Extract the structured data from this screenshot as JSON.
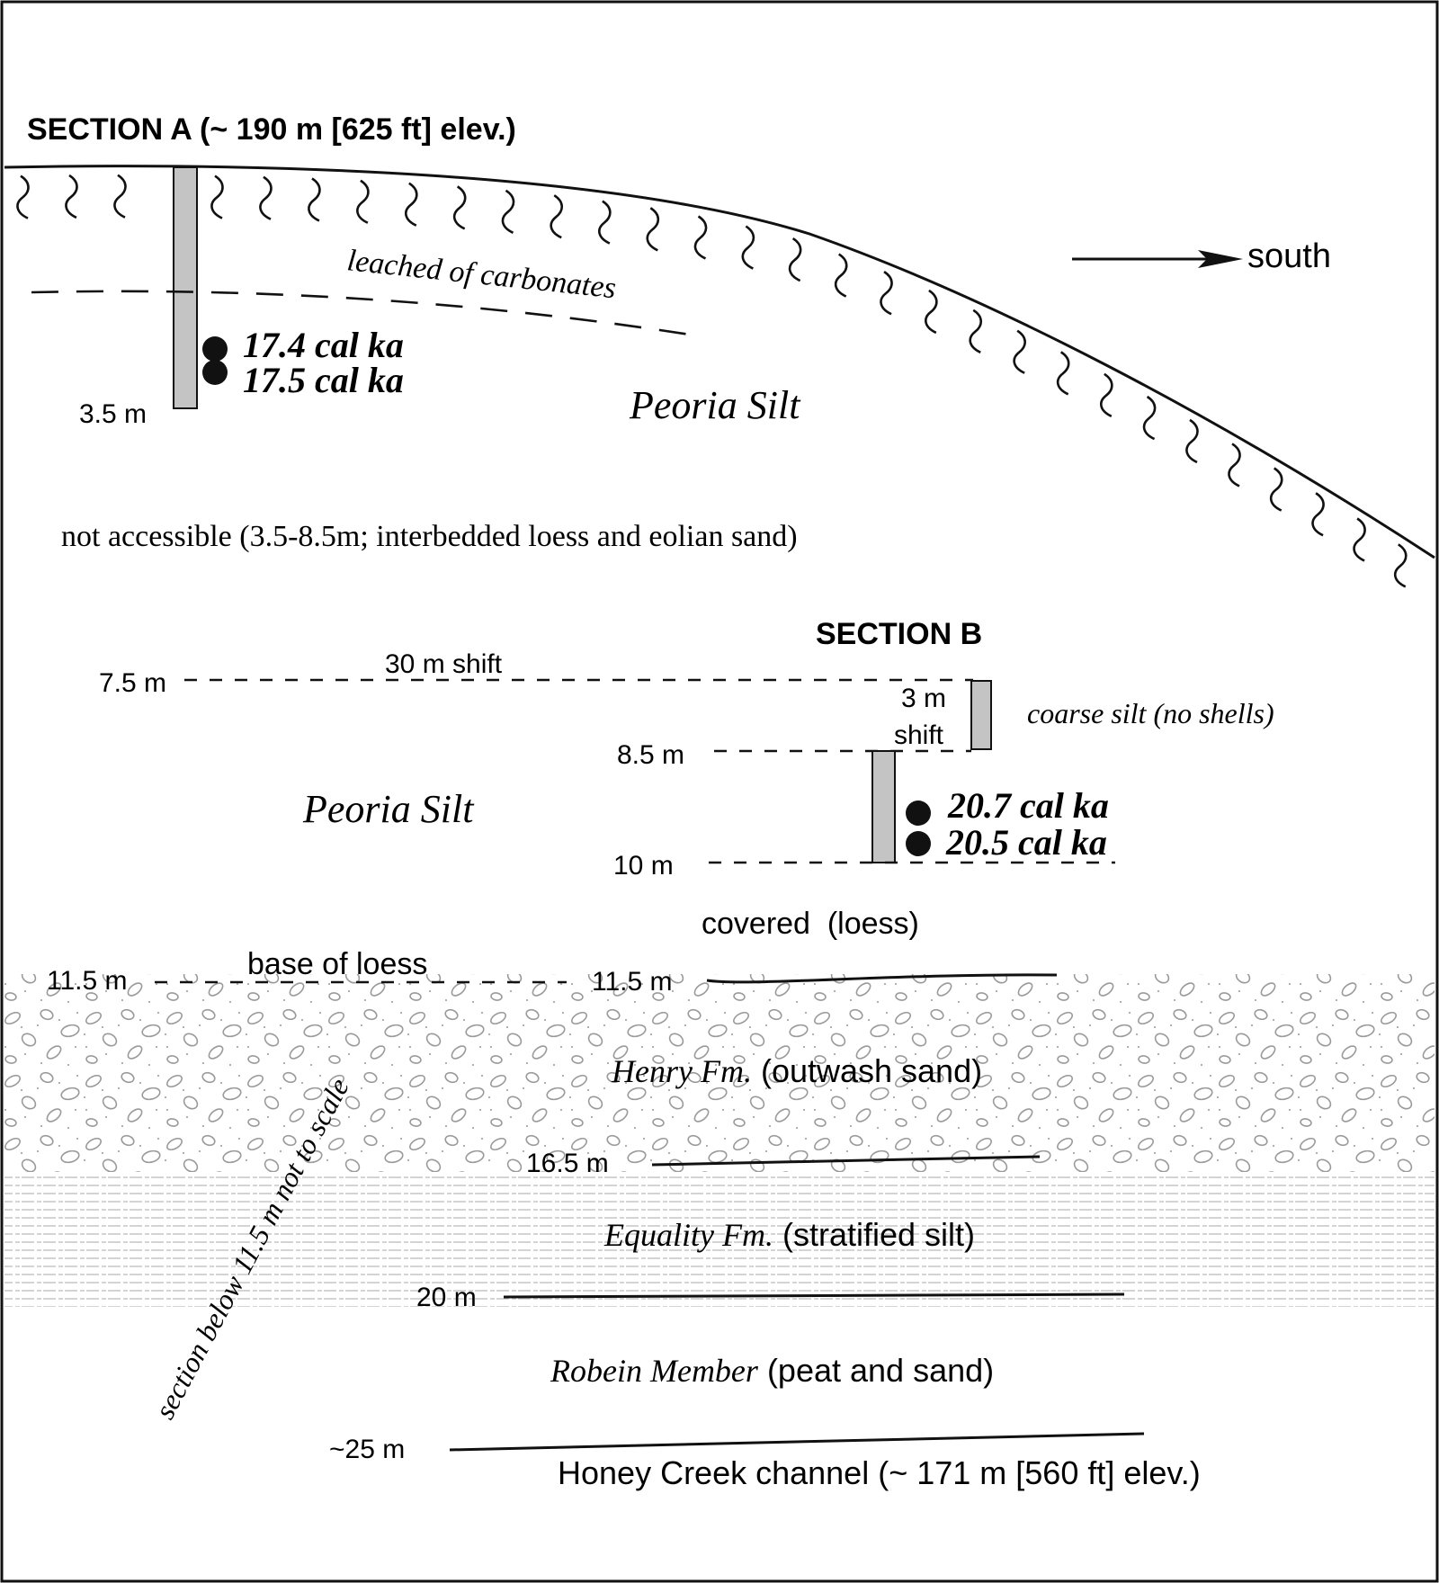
{
  "section_a": {
    "title": "SECTION A (~ 190 m [625 ft] elev.)",
    "direction": "south",
    "leached": "leached of carbonates",
    "date_1": "17.4 cal ka",
    "date_2": "17.5 cal ka",
    "depth_bottom": "3.5 m",
    "unit": "Peoria Silt",
    "not_accessible": "not accessible (3.5-8.5m; interbedded loess and eolian sand)"
  },
  "section_b": {
    "title": "SECTION B",
    "depth_75": "7.5 m",
    "shift_30": "30 m shift",
    "shift_3a": "3 m",
    "shift_3b": "shift",
    "coarse_silt": "coarse silt (no shells)",
    "depth_85": "8.5 m",
    "unit": "Peoria Silt",
    "date_1": "20.7 cal ka",
    "date_2": "20.5 cal ka",
    "depth_10": "10 m"
  },
  "lower": {
    "covered": "covered  (loess)",
    "base_of_loess": "base of loess",
    "depth_115_left": "11.5 m",
    "depth_115_right": "11.5 m",
    "henry_name": "Henry Fm.",
    "henry_desc": " (outwash sand)",
    "depth_165": "16.5 m",
    "equality_name": "Equality Fm.",
    "equality_desc": " (stratified silt)",
    "depth_20": "20 m",
    "robein_name": "Robein Member",
    "robein_desc": " (peat and sand)",
    "depth_25": "~25 m",
    "honey_creek": "Honey Creek channel (~ 171 m [560 ft] elev.)",
    "scale_note": "section below 11.5 m not to scale"
  },
  "colors": {
    "ink": "#111111",
    "column_fill": "#c4c4c4",
    "pebble_stroke": "#9a9a9a",
    "strat_line": "#bdbdbd"
  }
}
